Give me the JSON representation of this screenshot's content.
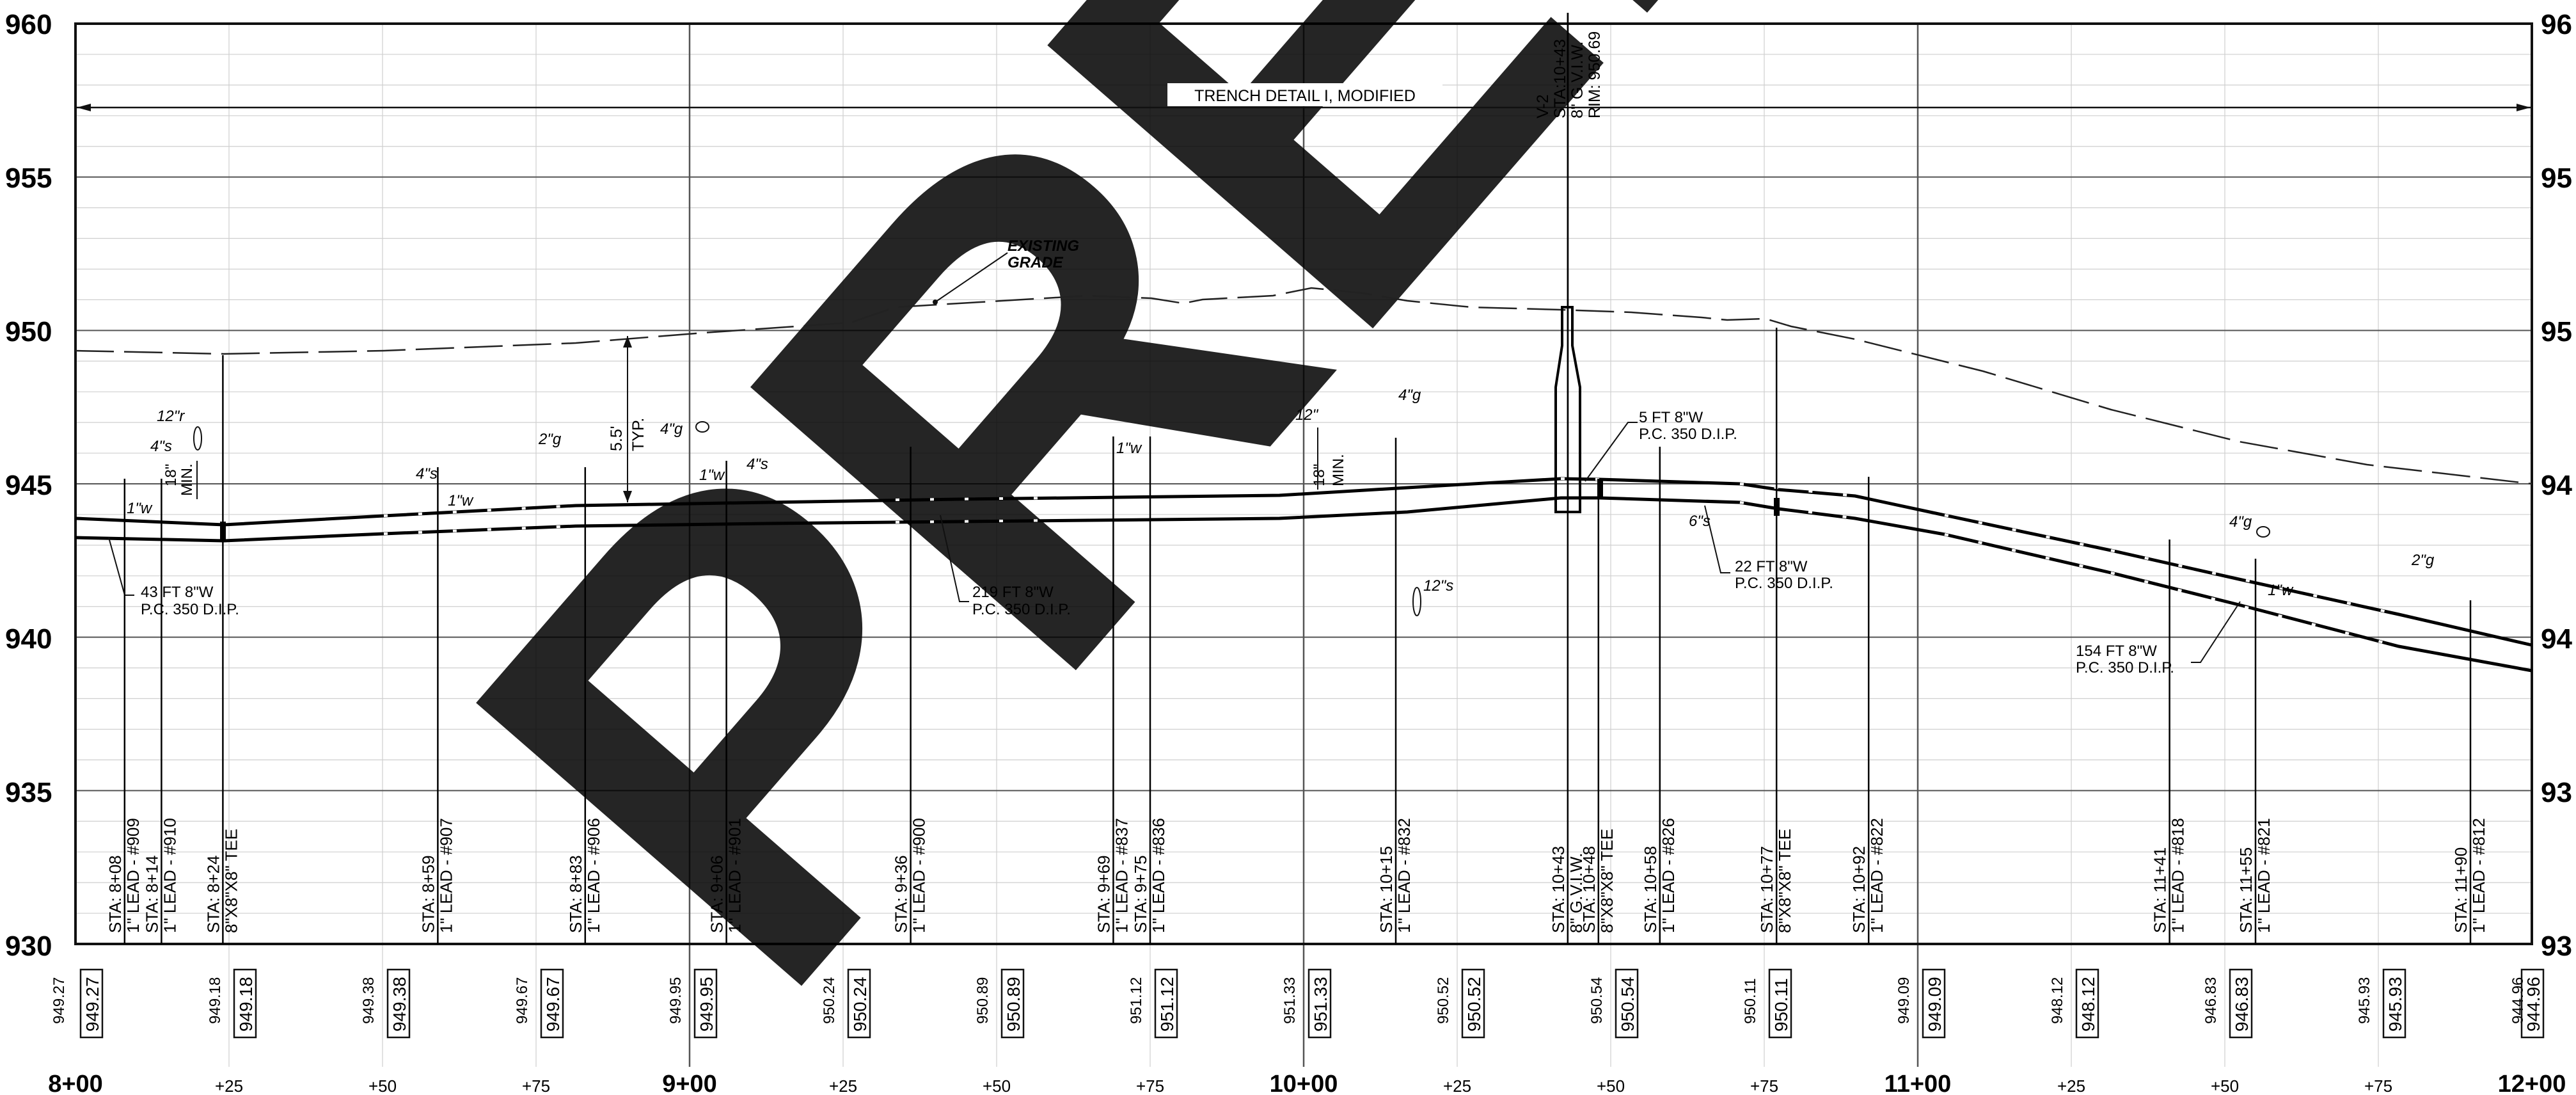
{
  "drawing": {
    "trench_label": "TRENCH DETAIL I, MODIFIED",
    "watermark": "PRELIM",
    "existing_grade_label": [
      "EXISTING",
      "GRADE"
    ],
    "depth_dim": [
      "5.5'",
      "TYP."
    ]
  },
  "elevations": {
    "left": [
      "960",
      "955",
      "950",
      "945",
      "940",
      "935",
      "930"
    ],
    "right": [
      "96",
      "95",
      "95",
      "94",
      "94",
      "93",
      "93"
    ]
  },
  "stations": [
    "8+00",
    "+25",
    "+50",
    "+75",
    "9+00",
    "+25",
    "+50",
    "+75",
    "10+00",
    "+25",
    "+50",
    "+75",
    "11+00",
    "+25",
    "+50",
    "+75",
    "12+00"
  ],
  "grade_rows": [
    {
      "existing": "949.27",
      "proposed": "949.27"
    },
    {
      "existing": "949.18",
      "proposed": "949.18"
    },
    {
      "existing": "949.38",
      "proposed": "949.38"
    },
    {
      "existing": "949.67",
      "proposed": "949.67"
    },
    {
      "existing": "949.95",
      "proposed": "949.95"
    },
    {
      "existing": "950.24",
      "proposed": "950.24"
    },
    {
      "existing": "950.89",
      "proposed": "950.89"
    },
    {
      "existing": "951.12",
      "proposed": "951.12"
    },
    {
      "existing": "951.33",
      "proposed": "951.33"
    },
    {
      "existing": "950.52",
      "proposed": "950.52"
    },
    {
      "existing": "950.54",
      "proposed": "950.54"
    },
    {
      "existing": "950.11",
      "proposed": "950.11"
    },
    {
      "existing": "949.09",
      "proposed": "949.09"
    },
    {
      "existing": "948.12",
      "proposed": "948.12"
    },
    {
      "existing": "946.83",
      "proposed": "946.83"
    },
    {
      "existing": "945.93",
      "proposed": "945.93"
    },
    {
      "existing": "944.96",
      "proposed": "944.96"
    }
  ],
  "pipe_notes": {
    "seg1": [
      "43 FT 8\"W",
      "P.C. 350 D.I.P."
    ],
    "seg2": [
      "219 FT 8\"W",
      "P.C. 350 D.I.P."
    ],
    "seg3": [
      "5 FT 8\"W",
      "P.C. 350 D.I.P."
    ],
    "seg4": [
      "22 FT 8\"W",
      "P.C. 350 D.I.P."
    ],
    "seg5": [
      "154 FT 8\"W",
      "P.C. 350 D.I.P."
    ]
  },
  "valve": [
    "V-2",
    "STA:10+43",
    "8\" G.V.I.W.",
    "RIM: 950.69"
  ],
  "crossings": [
    "12\"r",
    "4\"s",
    "18\"",
    "MIN.",
    "1\"w",
    "4\"s",
    "1\"w",
    "2\"g",
    "4\"g",
    "1\"w",
    "4\"s",
    "1\"w",
    "12\"",
    "18\"",
    "MIN.",
    "4\"g",
    "12\"s",
    "6\"s",
    "4\"g",
    "1\"w",
    "2\"g"
  ],
  "services": [
    {
      "sta": "STA: 8+08",
      "desc": "1\" LEAD - #909"
    },
    {
      "sta": "STA: 8+14",
      "desc": "1\" LEAD - #910"
    },
    {
      "sta": "STA: 8+24",
      "desc": "8\"X8\"X8\" TEE"
    },
    {
      "sta": "STA: 8+59",
      "desc": "1\" LEAD - #907"
    },
    {
      "sta": "STA: 8+83",
      "desc": "1\" LEAD - #906"
    },
    {
      "sta": "STA: 9+06",
      "desc": "1\" LEAD - #901"
    },
    {
      "sta": "STA: 9+36",
      "desc": "1\" LEAD - #900"
    },
    {
      "sta": "STA: 9+69",
      "desc": "1\" LEAD - #837"
    },
    {
      "sta": "STA: 9+75",
      "desc": "1\" LEAD - #836"
    },
    {
      "sta": "STA: 10+15",
      "desc": "1\" LEAD - #832"
    },
    {
      "sta": "STA: 10+43",
      "desc": "8\" G.V.I.W."
    },
    {
      "sta": "STA: 10+48",
      "desc": "8\"X8\"X8\" TEE"
    },
    {
      "sta": "STA: 10+58",
      "desc": "1\" LEAD - #826"
    },
    {
      "sta": "STA: 10+77",
      "desc": "8\"X8\"X8\" TEE"
    },
    {
      "sta": "STA: 10+92",
      "desc": "1\" LEAD - #822"
    },
    {
      "sta": "STA: 11+41",
      "desc": "1\" LEAD - #818"
    },
    {
      "sta": "STA: 11+55",
      "desc": "1\" LEAD - #821"
    },
    {
      "sta": "STA: 11+90",
      "desc": "1\" LEAD - #812"
    }
  ]
}
